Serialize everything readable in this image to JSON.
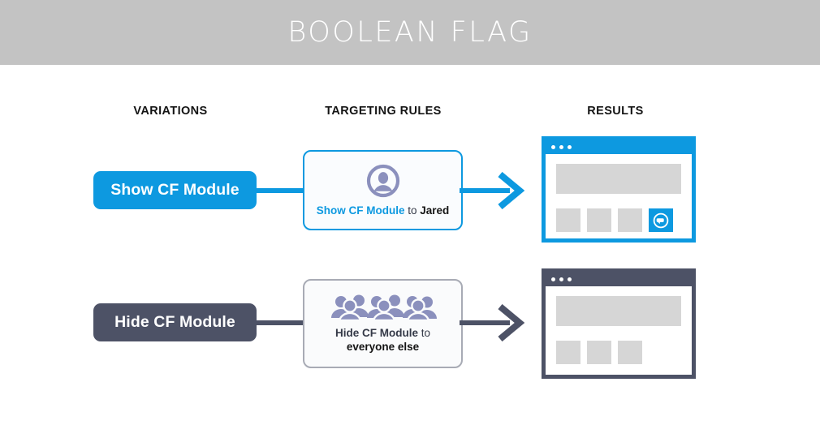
{
  "header": {
    "title": "BOOLEAN FLAG",
    "background_color": "#c3c3c3",
    "text_color": "#ffffff"
  },
  "columns": {
    "variations": "VARIATIONS",
    "targeting_rules": "TARGETING RULES",
    "results": "RESULTS"
  },
  "colors": {
    "blue": "#0d99e0",
    "slate": "#4d5266",
    "icon_purple": "#8b90bd",
    "placeholder_gray": "#d6d6d6"
  },
  "rows": [
    {
      "id": "show",
      "variation_label": "Show CF Module",
      "variation_color": "#0d99e0",
      "rule": {
        "icon": "single-person-icon",
        "flag_text": "Show CF Module",
        "connector_text": " to ",
        "target_text": "Jared",
        "border_color": "#0d99e0"
      },
      "result": {
        "window_color": "#0d99e0",
        "dots": 3,
        "tiles": [
          "placeholder",
          "placeholder",
          "placeholder",
          "cf-module-widget"
        ]
      }
    },
    {
      "id": "hide",
      "variation_label": "Hide CF Module",
      "variation_color": "#4d5266",
      "rule": {
        "icon": "group-of-people-icon",
        "flag_text": "Hide CF Module",
        "connector_text": " to",
        "target_text": "everyone else",
        "border_color": "#a8abb5"
      },
      "result": {
        "window_color": "#4d5266",
        "dots": 3,
        "tiles": [
          "placeholder",
          "placeholder",
          "placeholder"
        ]
      }
    }
  ]
}
